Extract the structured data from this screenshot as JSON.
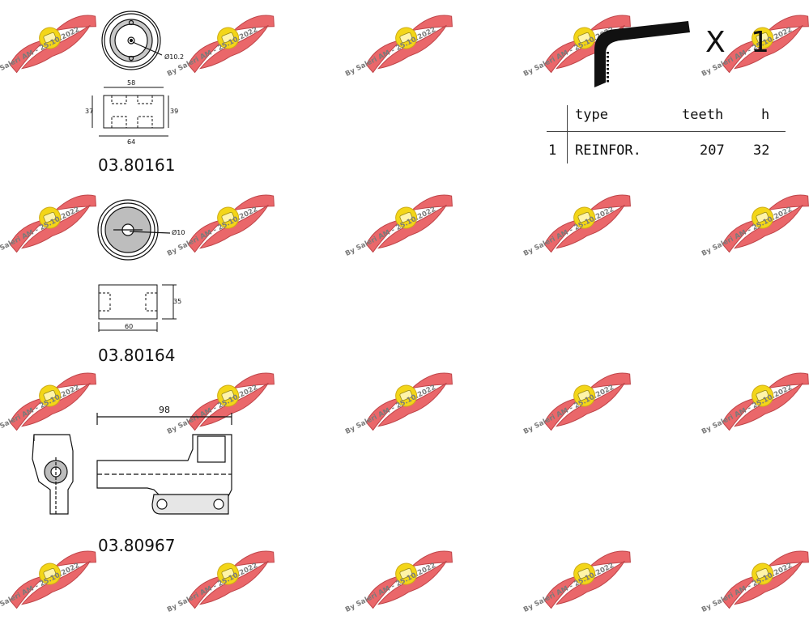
{
  "watermark": {
    "text": "By Saleri AM - 25.10.2022",
    "colors": {
      "wing": "#e8575a",
      "wing_outline": "#b83035",
      "badge": "#f2d200",
      "text": "#7a7a7a"
    }
  },
  "parts": [
    {
      "number": "03.80161",
      "dims": {
        "d": "Ø10.2",
        "top": "58",
        "left": "37",
        "right": "39",
        "bottom": "64"
      }
    },
    {
      "number": "03.80164",
      "dims": {
        "d": "Ø10",
        "right": "35",
        "bottom": "60"
      }
    },
    {
      "number": "03.80967",
      "dims": {
        "top": "98"
      }
    }
  ],
  "belt": {
    "quantity": "X 1",
    "columns": [
      "type",
      "teeth",
      "h"
    ],
    "rows": [
      {
        "index": "1",
        "type": "REINFOR.",
        "teeth": "207",
        "h": "32"
      }
    ]
  }
}
